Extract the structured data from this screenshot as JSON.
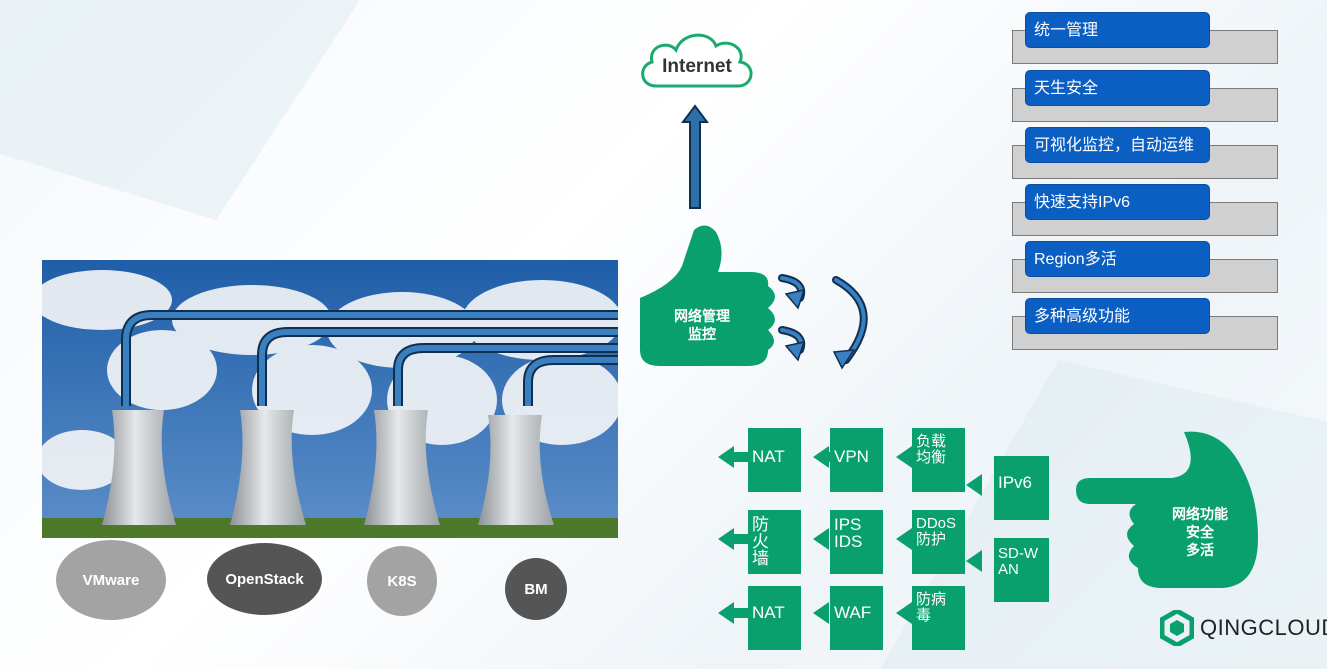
{
  "internet": {
    "label": "Internet"
  },
  "center_hand": {
    "line1": "网络管理",
    "line2": "监控"
  },
  "right_hand": {
    "line1": "网络功能",
    "line2": "安全",
    "line3": "多活"
  },
  "platforms": [
    {
      "label": "VMware"
    },
    {
      "label": "OpenStack"
    },
    {
      "label": "K8S"
    },
    {
      "label": "BM"
    }
  ],
  "features": [
    {
      "label": "统一管理"
    },
    {
      "label": "天生安全"
    },
    {
      "label": "可视化监控，自动运维"
    },
    {
      "label": "快速支持IPv6"
    },
    {
      "label": "Region多活"
    },
    {
      "label": "多种高级功能"
    }
  ],
  "modules": {
    "row1": [
      "NAT",
      "VPN",
      "负载均衡"
    ],
    "row2": [
      "防火墙",
      "IPS IDS",
      "DDoS 防护"
    ],
    "row3": [
      "NAT",
      "WAF",
      "防病毒"
    ],
    "side": [
      "IPv6",
      "SD-WAN"
    ]
  },
  "logo": {
    "text": "QINGCLOUD"
  },
  "colors": {
    "green": "#0aa06e",
    "blue": "#0b5ec2"
  }
}
